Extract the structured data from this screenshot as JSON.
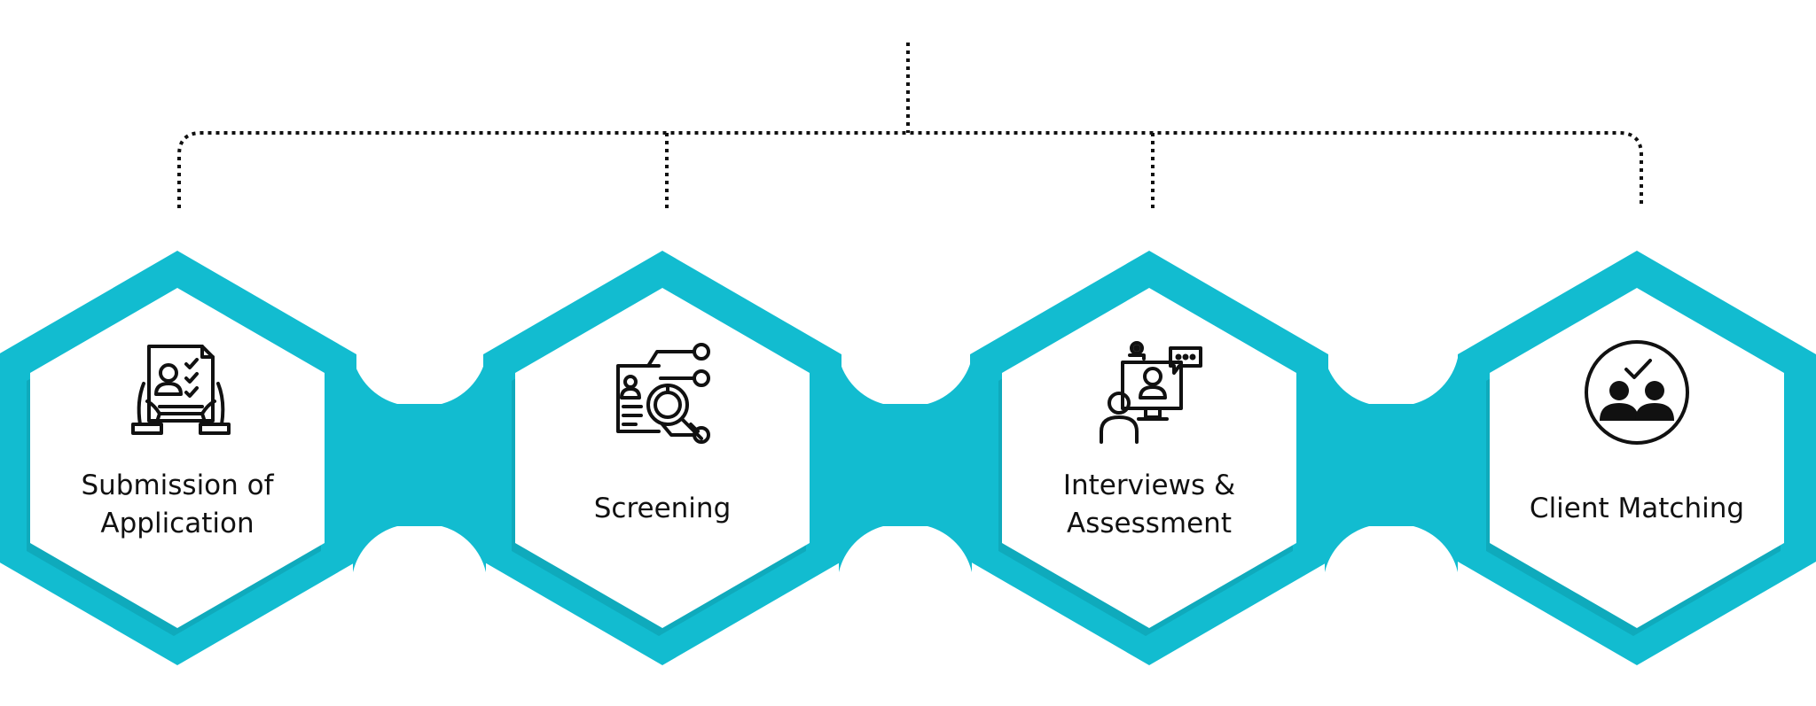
{
  "colors": {
    "frame": "#12bcd0",
    "frame_shadow": "#0b8a99",
    "inner": "#ffffff",
    "connector": "#111111",
    "text": "#111111"
  },
  "steps": [
    {
      "label": "Submission of\nApplication",
      "icon": "application-checklist-icon"
    },
    {
      "label": "Screening",
      "icon": "resume-search-icon"
    },
    {
      "label": "Interviews &\nAssessment",
      "icon": "video-interview-icon"
    },
    {
      "label": "Client Matching",
      "icon": "matched-people-icon"
    }
  ]
}
